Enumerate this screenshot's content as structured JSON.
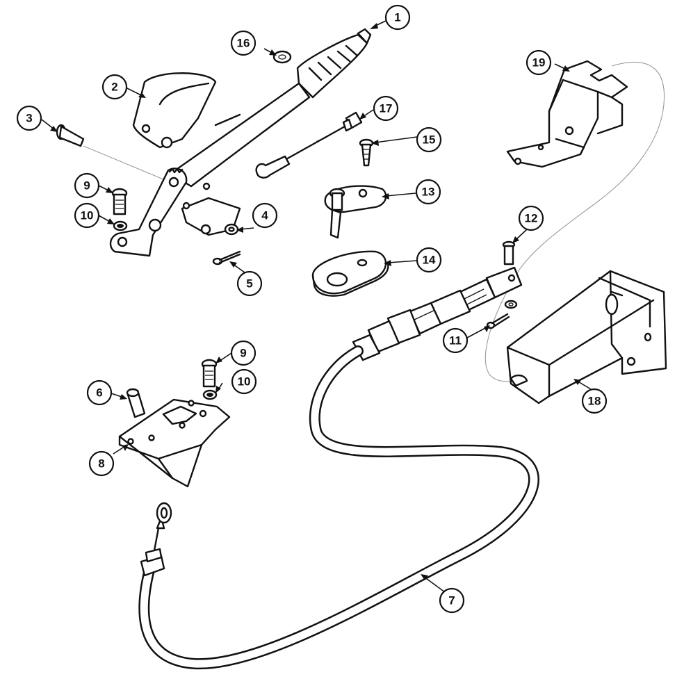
{
  "callouts": {
    "c1": "1",
    "c2": "2",
    "c3": "3",
    "c4": "4",
    "c5": "5",
    "c6": "6",
    "c7": "7",
    "c8": "8",
    "c9a": "9",
    "c9b": "9",
    "c10a": "10",
    "c10b": "10",
    "c11": "11",
    "c12": "12",
    "c13": "13",
    "c14": "14",
    "c15": "15",
    "c16": "16",
    "c17": "17",
    "c18": "18",
    "c19": "19"
  }
}
